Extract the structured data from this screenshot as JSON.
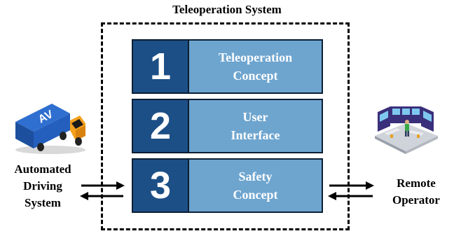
{
  "system_title": "Teleoperation System",
  "modules": [
    {
      "number": "1",
      "label": "Teleoperation\nConcept"
    },
    {
      "number": "2",
      "label": "User\nInterface"
    },
    {
      "number": "3",
      "label": "Safety\nConcept"
    }
  ],
  "left_actor": {
    "label": "Automated\nDriving\nSystem",
    "icon": "automated-truck-icon",
    "badge": "AV"
  },
  "right_actor": {
    "label": "Remote\nOperator",
    "icon": "control-room-icon"
  },
  "colors": {
    "number_bg": "#1c4f86",
    "label_bg": "#6ea5cf",
    "border": "#0b1e33"
  }
}
